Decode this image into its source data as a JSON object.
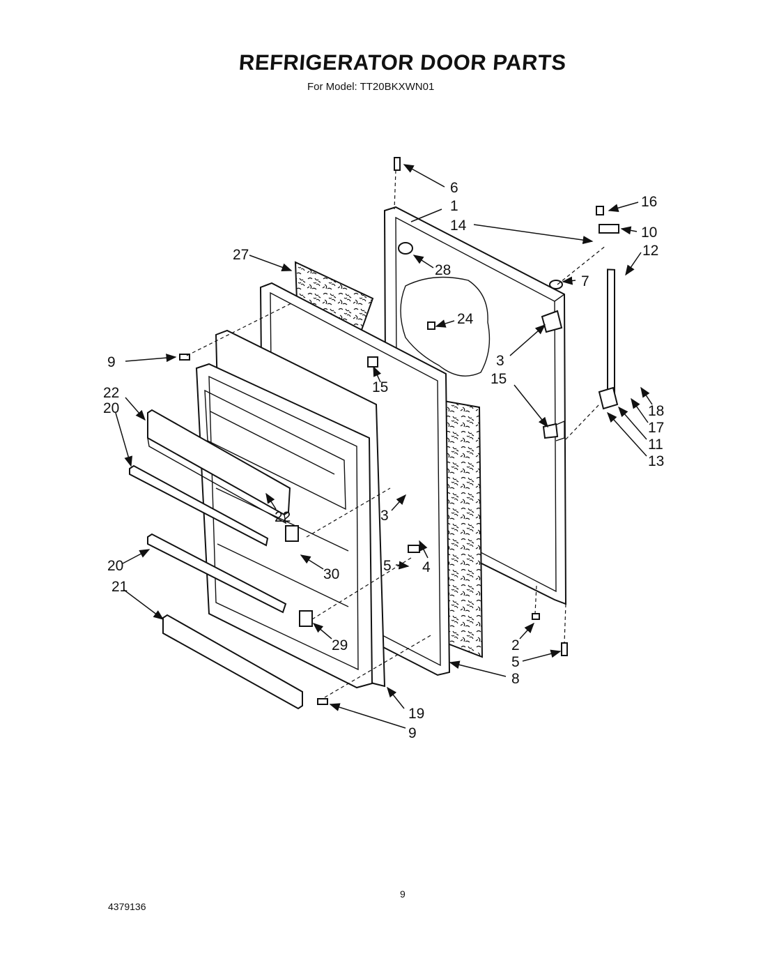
{
  "title": "REFRIGERATOR DOOR PARTS",
  "subtitle": "For Model: TT20BKXWN01",
  "page_number": "9",
  "doc_number": "4379136",
  "callouts": {
    "c6": "6",
    "c1": "1",
    "c14": "14",
    "c16": "16",
    "c10": "10",
    "c12": "12",
    "c27": "27",
    "c28": "28",
    "c7": "7",
    "c24": "24",
    "c9a": "9",
    "c15a": "15",
    "c3a": "3",
    "c15b": "15",
    "c22a": "22",
    "c20a": "20",
    "c18": "18",
    "c17": "17",
    "c11": "11",
    "c13": "13",
    "c22b": "22",
    "c3b": "3",
    "c30": "30",
    "c20b": "20",
    "c5a": "5",
    "c4": "4",
    "c21": "21",
    "c29": "29",
    "c2": "2",
    "c5b": "5",
    "c8": "8",
    "c19": "19",
    "c9b": "9"
  }
}
